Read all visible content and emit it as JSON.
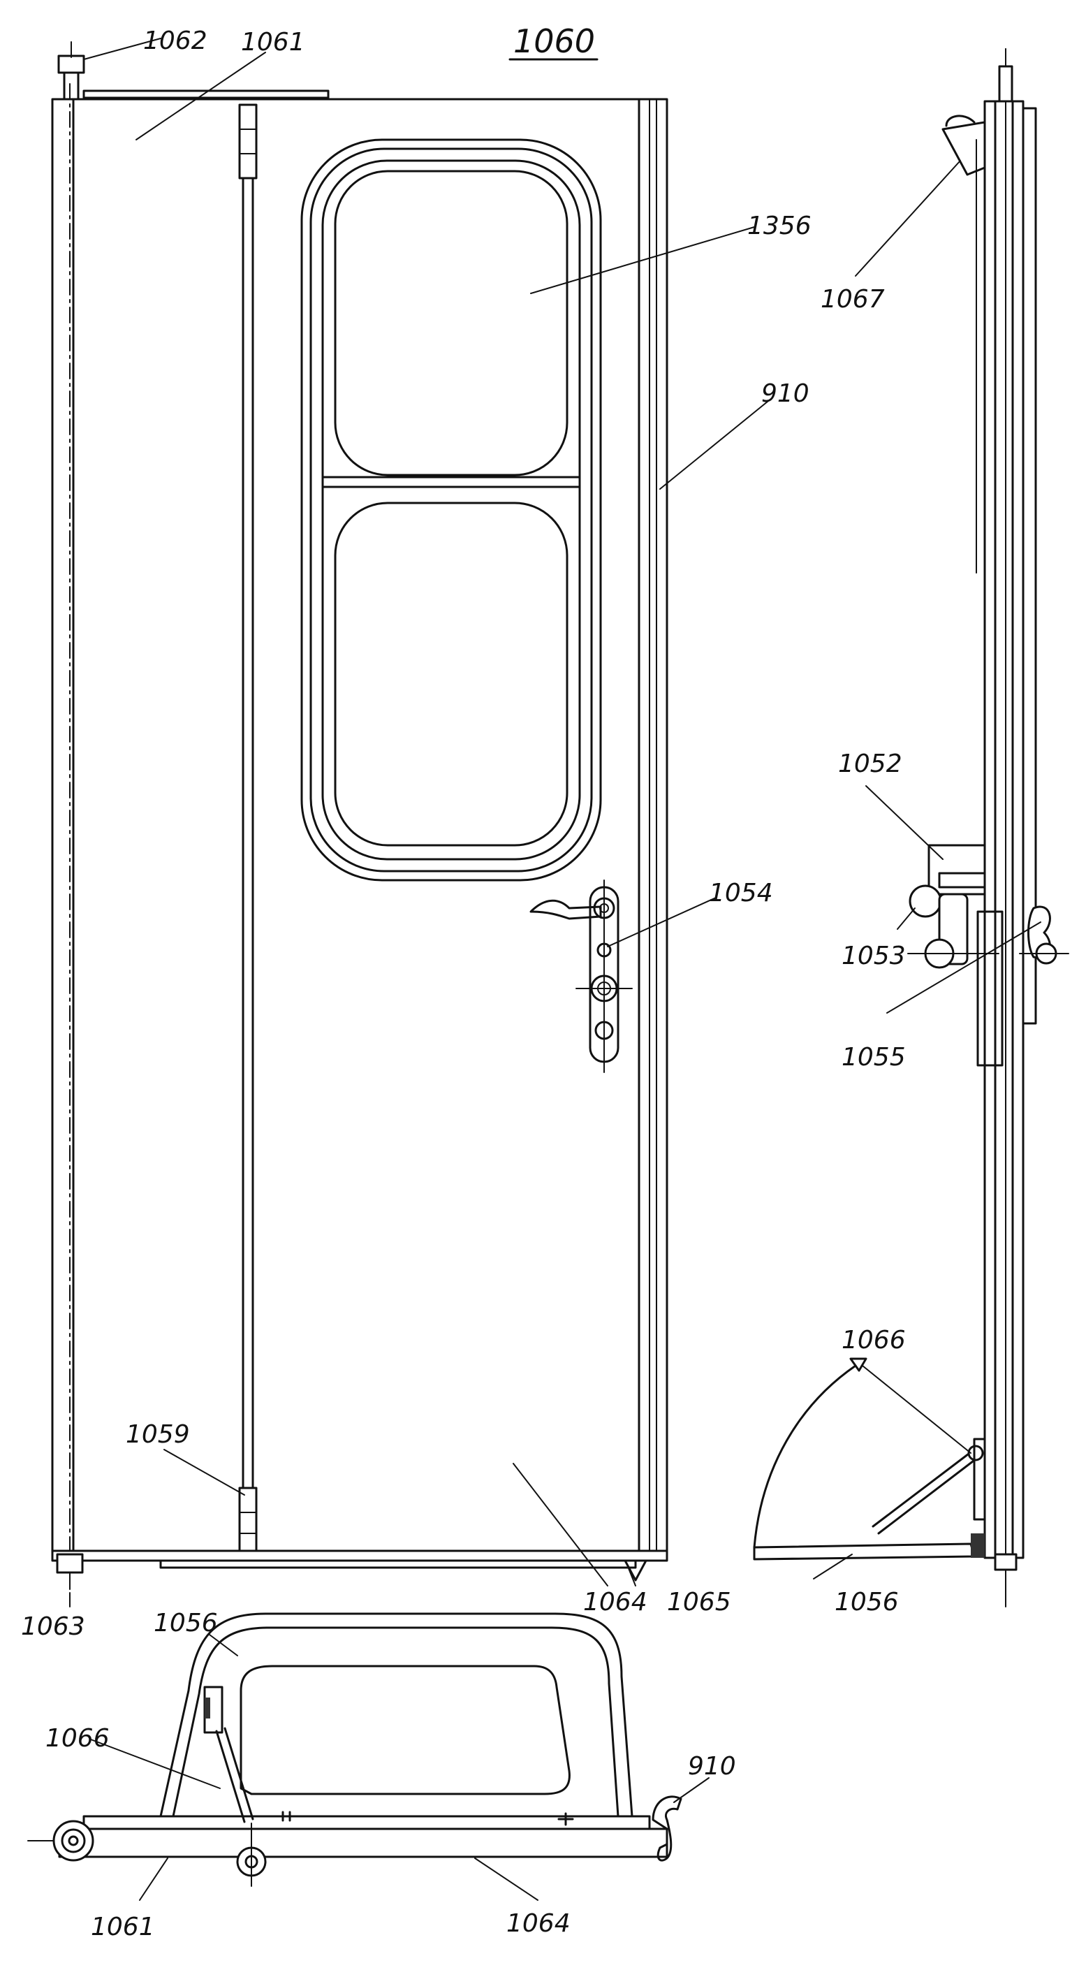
{
  "figure": {
    "title": "1060",
    "labels": {
      "l1062": "1062",
      "l1061_top": "1061",
      "l1356": "1356",
      "l910_front": "910",
      "l1054": "1054",
      "l1059": "1059",
      "l1063": "1063",
      "l1064_front": "1064",
      "l1065": "1065",
      "l1067": "1067",
      "l1052": "1052",
      "l1053": "1053",
      "l1055": "1055",
      "l1066_side": "1066",
      "l1056_side": "1056",
      "l1056_plan": "1056",
      "l1066_plan": "1066",
      "l910_plan": "910",
      "l1061_plan": "1061",
      "l1064_plan": "1064"
    }
  }
}
